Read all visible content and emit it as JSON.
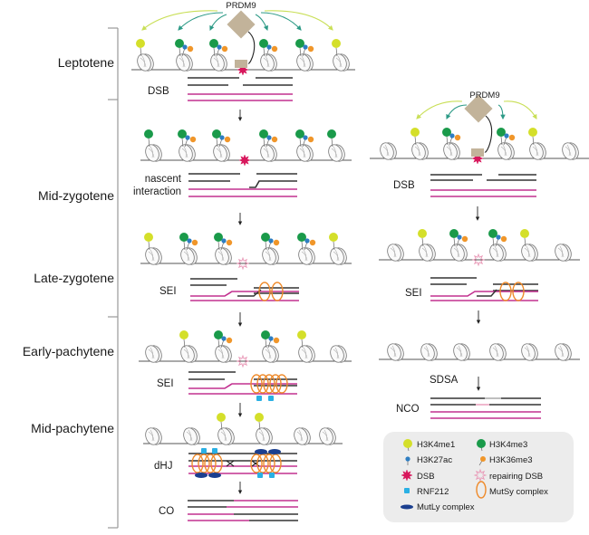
{
  "colors": {
    "h3k4me1": "#d4df2a",
    "h3k4me3": "#1a9a4a",
    "h3k27ac": "#2f7ec2",
    "h3k36me3": "#f0962a",
    "dsb": "#d8175c",
    "repairing_dsb": "#e99ab8",
    "rnf212": "#2ab0e4",
    "mutsy": "#ef8a2a",
    "mutly": "#1b3f8f",
    "prdm9": "#c2b39a",
    "strand_black": "#333333",
    "strand_magenta": "#c2308f",
    "arrow_yellow": "#c9df57",
    "arrow_teal": "#2c9a86",
    "legend_bg": "#ececec"
  },
  "stages": [
    {
      "label": "Leptotene"
    },
    {
      "label": "Mid-zygotene"
    },
    {
      "label": "Late-zygotene"
    },
    {
      "label": "Early-pachytene"
    },
    {
      "label": "Mid-pachytene"
    }
  ],
  "left_pathway": {
    "prdm9_label": "PRDM9",
    "steps": [
      {
        "label": "DSB",
        "marks": [
          "h3k4me1",
          "h3k4me3+",
          "h3k4me3+",
          "break",
          "h3k4me3+",
          "h3k4me3+",
          "h3k4me1"
        ],
        "lesion": "dsb"
      },
      {
        "label_lines": [
          "nascent",
          "interaction"
        ],
        "marks": [
          "h3k4me3",
          "h3k4me3+",
          "h3k4me3+",
          "break",
          "h3k4me3+",
          "h3k4me3+",
          "h3k4me3"
        ],
        "lesion": "dsb"
      },
      {
        "label": "SEI",
        "marks": [
          "h3k4me1",
          "h3k4me3+",
          "h3k4me3+",
          "break",
          "h3k4me3+",
          "h3k4me3+",
          "h3k4me1"
        ],
        "lesion": "repairing"
      },
      {
        "label": "SEI",
        "marks": [
          "none",
          "h3k4me1",
          "h3k4me3+",
          "break",
          "h3k4me3+",
          "h3k4me1",
          "none"
        ],
        "lesion": "repairing"
      },
      {
        "label": "dHJ",
        "marks": [
          "none",
          "none",
          "h3k4me1",
          "break",
          "h3k4me1",
          "none",
          "none"
        ],
        "lesion": "none"
      },
      {
        "label": "CO"
      }
    ]
  },
  "right_pathway": {
    "prdm9_label": "PRDM9",
    "steps": [
      {
        "label": "DSB"
      },
      {
        "label": "SEI"
      },
      {
        "label": "SDSA"
      },
      {
        "label": "NCO"
      }
    ]
  },
  "legend": {
    "items": [
      {
        "key": "h3k4me1",
        "label": "H3K4me1"
      },
      {
        "key": "h3k4me3",
        "label": "H3K4me3"
      },
      {
        "key": "h3k27ac",
        "label": "H3K27ac"
      },
      {
        "key": "h3k36me3",
        "label": "H3K36me3"
      },
      {
        "key": "dsb",
        "label": "DSB"
      },
      {
        "key": "repairing_dsb",
        "label": "repairing DSB"
      },
      {
        "key": "rnf212",
        "label": "RNF212"
      },
      {
        "key": "mutsy",
        "label": "MutSy complex"
      },
      {
        "key": "mutly",
        "label": "MutLy complex"
      }
    ]
  }
}
